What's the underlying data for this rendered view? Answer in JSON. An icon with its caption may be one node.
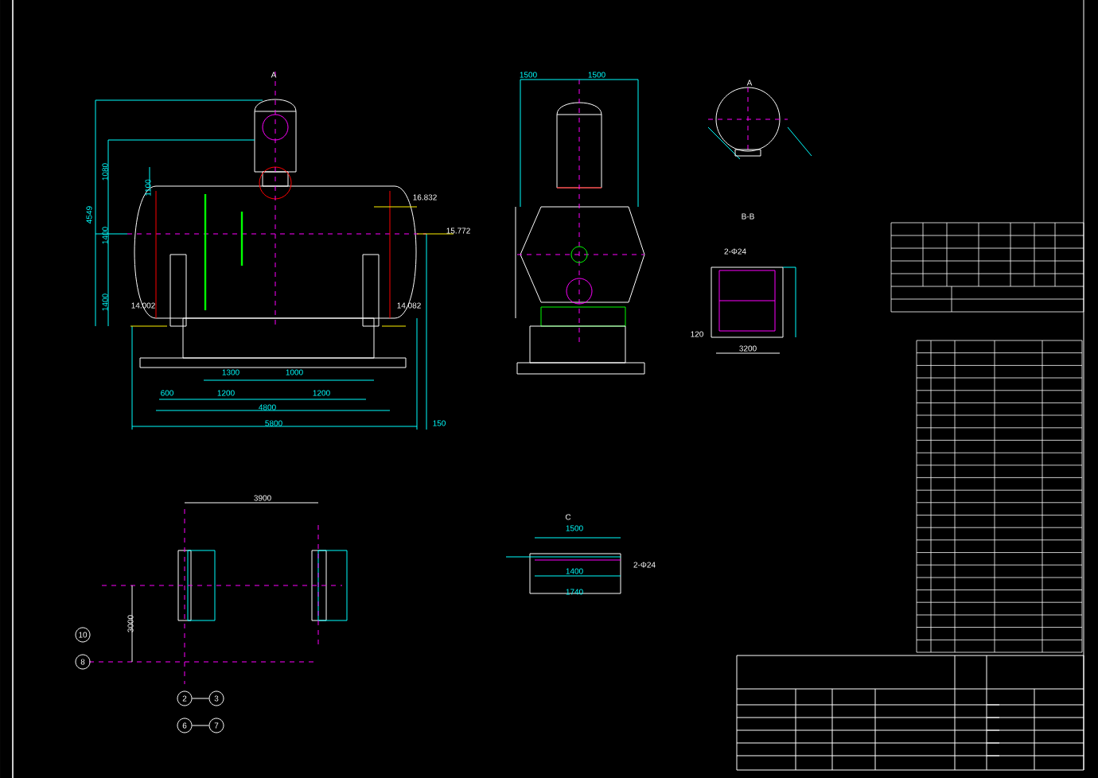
{
  "diagram": {
    "nodes": [
      {
        "text": [
          "10"
        ]
      },
      {
        "text": [
          "8"
        ]
      },
      {
        "text": [
          "2"
        ]
      },
      {
        "text": [
          "3"
        ]
      },
      {
        "text": [
          "6"
        ]
      },
      {
        "text": [
          "7"
        ]
      }
    ],
    "edges": [
      {
        "from": 2,
        "to": 3,
        "arrow": "none"
      },
      {
        "from": 4,
        "to": 5,
        "arrow": "none"
      }
    ],
    "labels": [
      "A",
      "16.832",
      "15.772",
      "14.002",
      "14.082",
      "4549",
      "1080",
      "1100",
      "1400",
      "1400",
      "1300",
      "1000",
      "600",
      "1200",
      "1200",
      "4800",
      "5800",
      "150",
      "1500",
      "1500",
      "A",
      "B-B",
      "2-Φ24",
      "3200",
      "120",
      "3900",
      "3000",
      "C",
      "1500",
      "1400",
      "1740",
      "2-Φ24"
    ]
  }
}
